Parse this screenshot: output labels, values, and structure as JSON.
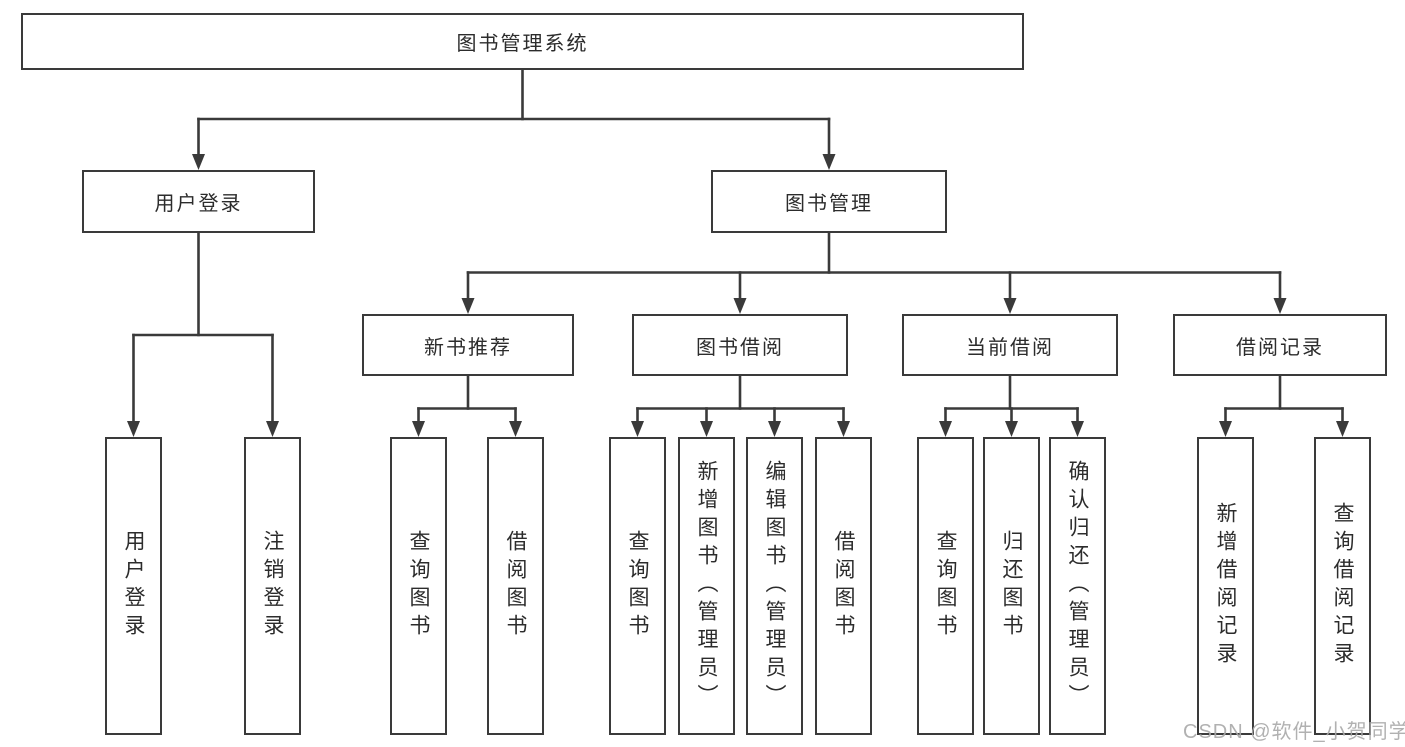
{
  "tree": {
    "root": "图书管理系统",
    "branches": [
      {
        "label": "用户登录",
        "children": [
          "用户登录",
          "注销登录"
        ]
      },
      {
        "label": "图书管理",
        "groups": [
          {
            "label": "新书推荐",
            "children": [
              "查询图书",
              "借阅图书"
            ]
          },
          {
            "label": "图书借阅",
            "children": [
              "查询图书",
              "新增图书（管理员）",
              "编辑图书（管理员）",
              "借阅图书"
            ]
          },
          {
            "label": "当前借阅",
            "children": [
              "查询图书",
              "归还图书",
              "确认归还（管理员）"
            ]
          },
          {
            "label": "借阅记录",
            "children": [
              "新增借阅记录",
              "查询借阅记录"
            ]
          }
        ]
      }
    ]
  },
  "watermark": {
    "text": "CSDN @软件_小贺同学"
  },
  "colors": {
    "line": "#3a3a3a",
    "text": "#2c2c2c",
    "watermark": "#a9a9a9",
    "background": "#ffffff"
  }
}
